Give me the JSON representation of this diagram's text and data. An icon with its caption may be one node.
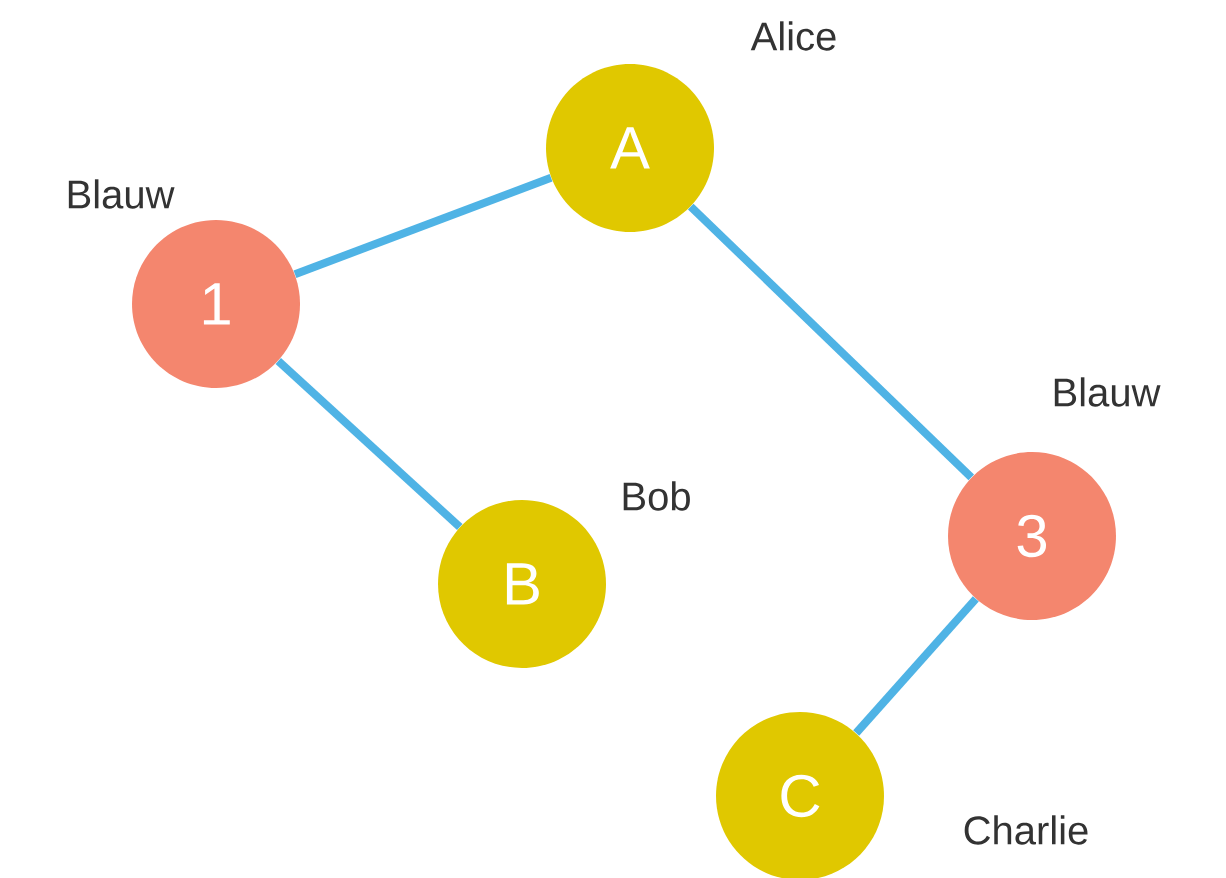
{
  "diagram": {
    "nodes": [
      {
        "text": [
          "A"
        ],
        "beside": [
          "Alice"
        ]
      },
      {
        "text": [
          "1"
        ],
        "beside": [
          "Blauw"
        ]
      },
      {
        "text": [
          "3"
        ],
        "beside": [
          "Blauw"
        ]
      },
      {
        "text": [
          "B"
        ],
        "beside": [
          "Bob"
        ]
      },
      {
        "text": [
          "C"
        ],
        "beside": [
          "Charlie"
        ]
      }
    ],
    "edges": [
      {
        "from": 1,
        "to": 0,
        "arrow": "none"
      },
      {
        "from": 1,
        "to": 3,
        "arrow": "none"
      },
      {
        "from": 0,
        "to": 2,
        "arrow": "none"
      },
      {
        "from": 2,
        "to": 4,
        "arrow": "none"
      }
    ]
  }
}
